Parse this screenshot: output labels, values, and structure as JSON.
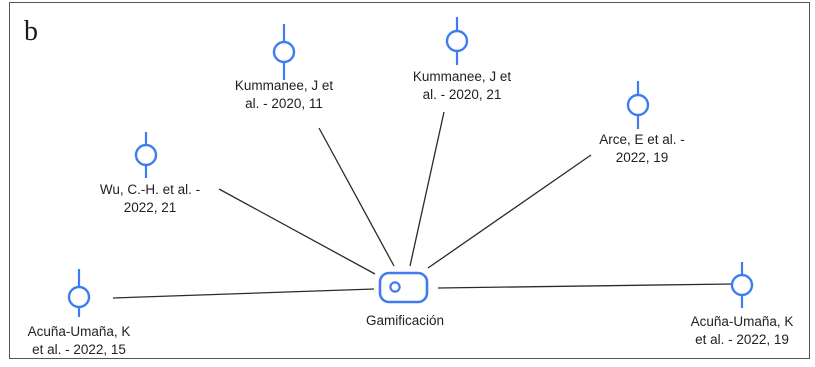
{
  "panel_letter": "b",
  "colors": {
    "node_blue": "#3f7cf2",
    "edge": "#2b2b2b",
    "text": "#222222"
  },
  "hub": {
    "label": "Gamificación",
    "icon": "tag-node-icon"
  },
  "references": [
    {
      "id": "kummanee-11",
      "line1": "Kummanee, J et",
      "line2": "al. - 2020, 11",
      "icon": "pin-node-icon"
    },
    {
      "id": "kummanee-21",
      "line1": "Kummanee, J et",
      "line2": "al. - 2020, 21",
      "icon": "pin-node-icon"
    },
    {
      "id": "arce-19",
      "line1": "Arce, E et al. -",
      "line2": "2022, 19",
      "icon": "pin-node-icon"
    },
    {
      "id": "wu-21",
      "line1": "Wu, C.-H. et al. -",
      "line2": "2022, 21",
      "icon": "pin-node-icon"
    },
    {
      "id": "acuna-15",
      "line1": "Acuña-Umaña, K",
      "line2": "et al. - 2022, 15",
      "icon": "pin-node-icon"
    },
    {
      "id": "acuna-19",
      "line1": "Acuña-Umaña, K",
      "line2": "et al. - 2022, 19",
      "icon": "pin-node-icon"
    }
  ]
}
